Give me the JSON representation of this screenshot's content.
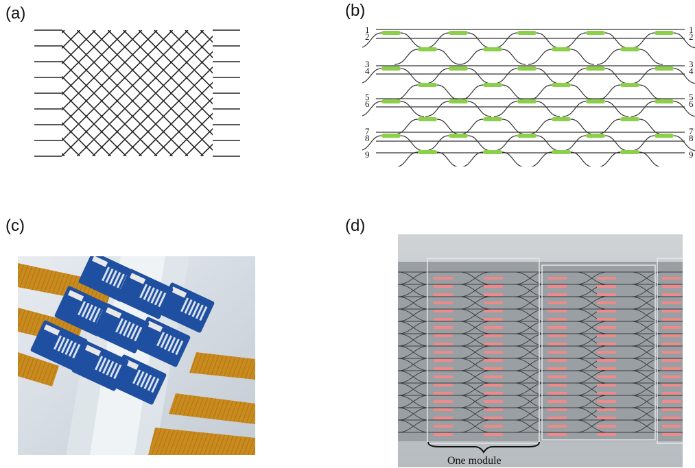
{
  "panels": {
    "a": {
      "label": "(a)"
    },
    "b": {
      "label": "(b)",
      "left_ports": [
        "1",
        "2",
        "3",
        "4",
        "5",
        "6",
        "7",
        "8",
        "9"
      ],
      "right_ports": [
        "1",
        "2",
        "3",
        "4",
        "5",
        "6",
        "7",
        "8",
        "9"
      ]
    },
    "c": {
      "label": "(c)"
    },
    "d": {
      "label": "(d)",
      "caption": "One module"
    }
  },
  "colors": {
    "waveguide": "#222222",
    "coupler": "#8ccf4a",
    "heater": "#ef8a8a",
    "ribbon_cable": "#c98a1e",
    "board": "#1f4fa0",
    "background_photo": "#cfd6de"
  },
  "icons": [
    "interferometer-mesh",
    "mzi-coupler",
    "chip-package-photo",
    "chip-micrograph"
  ]
}
